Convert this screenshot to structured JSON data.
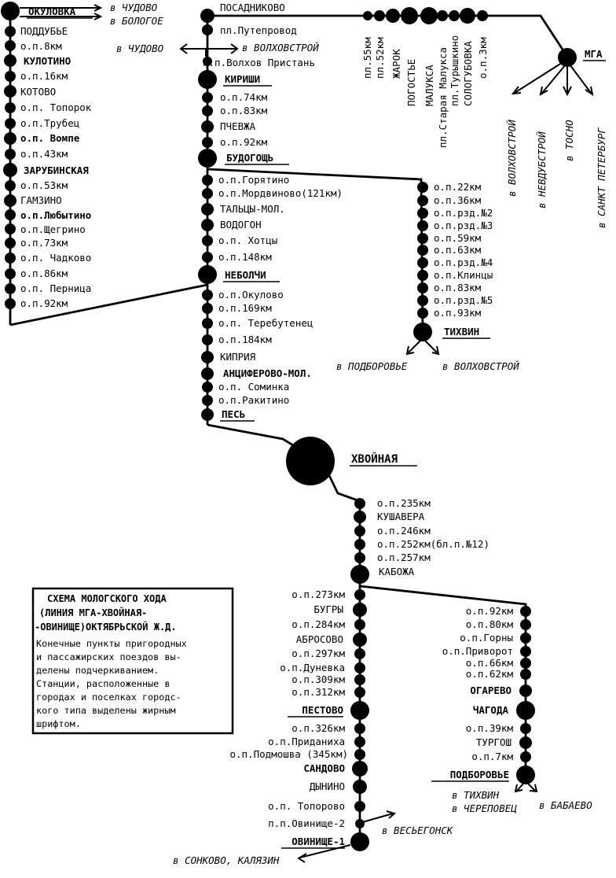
{
  "legend": {
    "title": [
      "СХЕМА МОЛОГСКОГО ХОДА",
      "(ЛИНИЯ МГА-ХВОЙНАЯ-",
      "-ОВИНИЩЕ)ОКТЯБРЬСКОЙ Ж.Д."
    ],
    "body": [
      "Конечные пункты пригородных",
      "и пассажирских поездов вы-",
      "делены подчеркиванием.",
      "Станции, расположенные в",
      "городах и поселках городс-",
      "кого типа выделены жирным",
      "шрифтом."
    ]
  },
  "stations": {
    "okulovka": "ОКУЛОВКА",
    "poddubye": "ПОДДУБЬЕ",
    "op8": "о.п.8км",
    "kulotino": "КУЛОТИНО",
    "op16": "о.п.16км",
    "kotovo": "КОТОВО",
    "toporok": "о.п. Топорок",
    "trubets": "о.п.Трубец",
    "vompe": "о.п. Вомпе",
    "op43": "о.п.43км",
    "zarubinskaya": "ЗАРУБИНСКАЯ",
    "op53": "о.п.53км",
    "gamzino": "ГАМЗИНО",
    "lyubytino": "о.п.Любытино",
    "shchegrino": "о.п.Щегрино",
    "op73": "о.п.73км",
    "chadkovo": "о.п. Чадково",
    "op86": "о.п.86км",
    "pernitsa": "о.п. Перница",
    "op92w": "о.п.92км",
    "posadnikovo": "ПОСАДНИКОВО",
    "putеprovod": "пл.Путепровод",
    "volkhov_pristan": "п.п.Волхов Пристань",
    "kirishi": "КИРИШИ",
    "op74": "о.п.74км",
    "op83": "о.п.83км",
    "pchevzha": "ПЧЕВЖА",
    "op92": "о.п.92км",
    "budogoshch": "БУДОГОЩЬ",
    "goryatino": "о.п.Горятино",
    "mordvinovo": "о.п.Мордвиново(121км)",
    "taltsy": "ТАЛЬЦЫ-МОЛ.",
    "vodogon": "ВОДОГОН",
    "khottsy": "о.п. Хотцы",
    "op148": "о.п.148км",
    "nebolchi": "НЕБОЛЧИ",
    "okulovo": "о.п.Окулово",
    "op169": "о.п.169км",
    "terebutenets": "о.п. Теребутенец",
    "op184": "о.п.184км",
    "kipriya": "КИПРИЯ",
    "antsiferovo": "АНЦИФЕРОВО-МОЛ.",
    "sominka": "о.п. Соминка",
    "rakitino": "о.п.Ракитино",
    "pes": "ПЕСЬ",
    "khvoynaya": "ХВОЙНАЯ",
    "op235": "о.п.235км",
    "kushavera": "КУШАВЕРА",
    "op246": "о.п.246км",
    "op252": "о.п.252км(бл.п.№12)",
    "op257": "о.п.257км",
    "kabozha": "КАБОЖА",
    "op273": "о.п.273км",
    "bugry": "БУГРЫ",
    "op284": "о.п.284км",
    "abrosovo": "АБРОСОВО",
    "op297": "о.п.297км",
    "dunevka": "о.п.Дуневка",
    "op309": "о.п.309км",
    "op312": "о.п.312км",
    "pestovo": "ПЕСТОВО",
    "op326": "о.п.326км",
    "pridanikha": "о.п.Приданиха",
    "podmoshva": "о.п.Подмошва (345км)",
    "sandovo": "САНДОВО",
    "dynino": "ДЫНИНО",
    "toporovo": "о.п. Топорово",
    "ovinishche2": "п.п.Овинище-2",
    "ovinishche1": "ОВИНИЩЕ-1",
    "t22": "о.п.22км",
    "t36": "о.п.36км",
    "t_rzd2": "о.п.рзд.№2",
    "t_rzd3": "о.п.рзд.№3",
    "t59": "о.п.59км",
    "t63": "о.п.63км",
    "t_rzd4": "о.п.рзд.№4",
    "t_klintsy": "о.п.Клинцы",
    "t83": "о.п.83км",
    "t_rzd5": "о.п.рзд.№5",
    "t93": "о.п.93км",
    "tikhvin": "ТИХВИН",
    "b92": "о.п.92км",
    "b80": "о.п.80км",
    "b_gorny": "о.п.Горны",
    "b_privorot": "о.п.Приворот",
    "b66": "о.п.66км",
    "b62": "о.п.62км",
    "ogarevo": "ОГАРЕВО",
    "chagoda": "ЧАГОДА",
    "b39": "о.п.39км",
    "turgosh": "ТУРГОШ",
    "b7": "о.п.7км",
    "podborovye": "ПОДБОРОВЬЕ",
    "mga": "МГА",
    "v_op3": "о.п.3км",
    "v_sologubovka": "СОЛОГУБОВКА",
    "v_turyshkino": "пл.Турышкино",
    "v_staraya_malukса": "пл.Старая Малукса",
    "v_malukса": "МАЛУКСА",
    "v_pogostye": "ПОГОСТЬЕ",
    "v_zharok": "ЖАРОК",
    "v_pl52": "пл.52км",
    "v_pl55": "пл.55км"
  },
  "directions": {
    "chudovo_top": "в ЧУДОВО",
    "bologoe": "в БОЛОГОЕ",
    "chudovo_left": "в ЧУДОВО",
    "volkhovstroy_top": "в ВОЛХОВСТРОЙ",
    "podborovye_from_tikhvin": "в ПОДБОРОВЬЕ",
    "volkhovstroy_from_tikhvin": "в ВОЛХОВСТРОЙ",
    "mga_volkhovstroy": "в ВОЛХОВСТРОЙ",
    "mga_nevdubstroy": "в НЕВДУБСТРОЙ",
    "mga_tosno": "в ТОСНО",
    "mga_spb": "в САНКТ ПЕТЕРБУРГ",
    "tikhvin_b": "в ТИХВИН",
    "cherepovets": "в ЧЕРЕПОВЕЦ",
    "babaevo": "в БАБАЕВО",
    "vesyegonsk": "в ВЕСЬЕГОНСК",
    "sonkovo": "в СОНКОВО, КАЛЯЗИН"
  }
}
